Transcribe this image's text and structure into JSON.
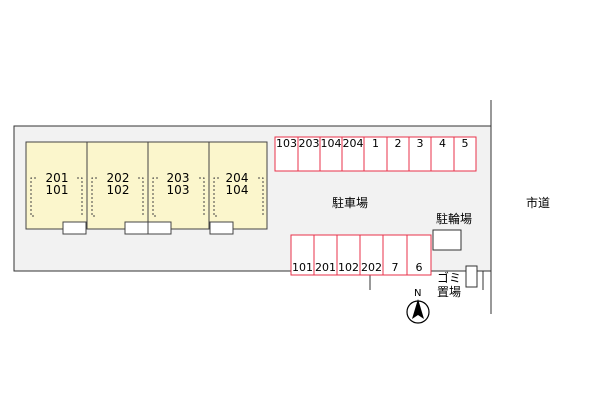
{
  "units": [
    {
      "upper": "201",
      "lower": "101"
    },
    {
      "upper": "202",
      "lower": "102"
    },
    {
      "upper": "203",
      "lower": "103"
    },
    {
      "upper": "204",
      "lower": "104"
    }
  ],
  "parking": {
    "label": "駐車場",
    "top_row": [
      "103",
      "203",
      "104",
      "204",
      "1",
      "2",
      "3",
      "4",
      "5"
    ],
    "bottom_row": [
      "101",
      "201",
      "102",
      "202",
      "7",
      "6"
    ]
  },
  "bicycle_parking": {
    "label": "駐輪場"
  },
  "garbage": {
    "line1": "ゴミ",
    "line2": "置場"
  },
  "road": {
    "label": "市道"
  },
  "north": {
    "label": "N"
  },
  "colors": {
    "unit_fill": "#fbf6cc",
    "parking_line": "#e8324a",
    "outline": "#333333"
  }
}
